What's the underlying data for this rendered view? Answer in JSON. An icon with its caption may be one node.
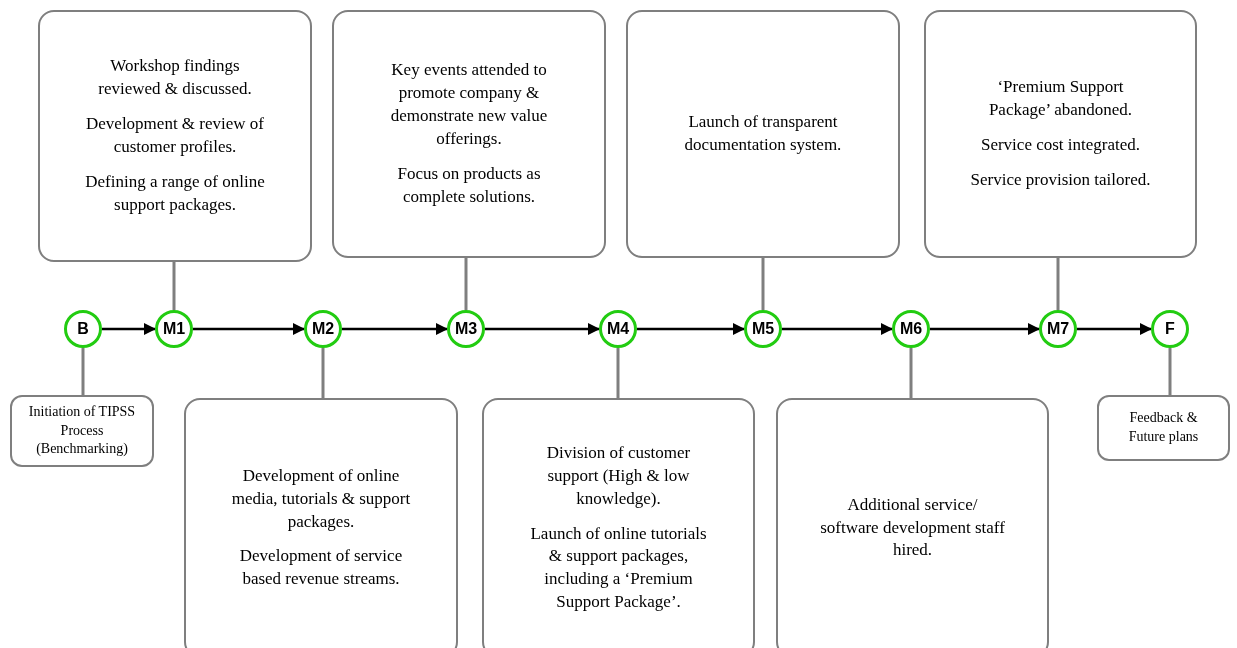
{
  "diagram": {
    "nodes": [
      {
        "text": [
          "Workshop findings reviewed & discussed.",
          "Development & review of customer profiles.",
          "Defining a range of online support packages."
        ]
      },
      {
        "text": [
          "Key events attended to promote company & demonstrate new value offerings.",
          "Focus on products as complete solutions."
        ]
      },
      {
        "text": [
          "Launch of transparent documentation system."
        ]
      },
      {
        "text": [
          "‘Premium Support Package’ abandoned.",
          "Service cost integrated.",
          "Service provision tailored."
        ]
      },
      {
        "text": [
          "B"
        ]
      },
      {
        "text": [
          "M1"
        ]
      },
      {
        "text": [
          "M2"
        ]
      },
      {
        "text": [
          "M3"
        ]
      },
      {
        "text": [
          "M4"
        ]
      },
      {
        "text": [
          "M5"
        ]
      },
      {
        "text": [
          "M6"
        ]
      },
      {
        "text": [
          "M7"
        ]
      },
      {
        "text": [
          "F"
        ]
      },
      {
        "text": [
          "Initiation of TIPSS Process (Benchmarking)"
        ]
      },
      {
        "text": [
          "Development of online media, tutorials & support packages.",
          "Development of service based revenue streams."
        ]
      },
      {
        "text": [
          "Division of customer support (High & low knowledge).",
          "Launch of online tutorials & support packages, including a ‘Premium Support Package’."
        ]
      },
      {
        "text": [
          "Additional service/ software development staff hired."
        ]
      },
      {
        "text": [
          "Feedback & Future plans"
        ]
      }
    ],
    "edges": [
      {
        "from": 4,
        "to": 5,
        "arrow": "to",
        "color": "#000000"
      },
      {
        "from": 5,
        "to": 6,
        "arrow": "to",
        "color": "#000000"
      },
      {
        "from": 6,
        "to": 7,
        "arrow": "to",
        "color": "#000000"
      },
      {
        "from": 7,
        "to": 8,
        "arrow": "to",
        "color": "#000000"
      },
      {
        "from": 8,
        "to": 9,
        "arrow": "to",
        "color": "#000000"
      },
      {
        "from": 9,
        "to": 10,
        "arrow": "to",
        "color": "#000000"
      },
      {
        "from": 10,
        "to": 11,
        "arrow": "to",
        "color": "#000000"
      },
      {
        "from": 11,
        "to": 12,
        "arrow": "to",
        "color": "#000000"
      },
      {
        "from": 5,
        "to": 0,
        "arrow": "none"
      },
      {
        "from": 7,
        "to": 1,
        "arrow": "none"
      },
      {
        "from": 9,
        "to": 2,
        "arrow": "none"
      },
      {
        "from": 11,
        "to": 3,
        "arrow": "none"
      },
      {
        "from": 4,
        "to": 13,
        "arrow": "none"
      },
      {
        "from": 6,
        "to": 14,
        "arrow": "none"
      },
      {
        "from": 8,
        "to": 15,
        "arrow": "none"
      },
      {
        "from": 10,
        "to": 16,
        "arrow": "none"
      },
      {
        "from": 12,
        "to": 17,
        "arrow": "none"
      }
    ]
  }
}
